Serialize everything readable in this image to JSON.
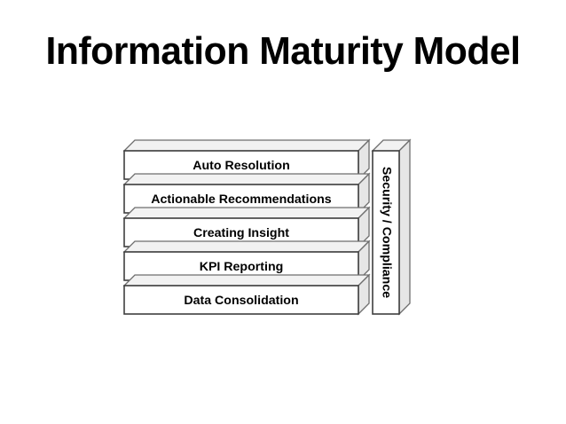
{
  "slide": {
    "title": "Information Maturity Model",
    "background_color": "#ffffff",
    "text_color": "#000000"
  },
  "diagram": {
    "type": "stacked-3d-layers",
    "name": "information-maturity-model",
    "layer_fill_color": "#ffffff",
    "layer_outline_color": "#3f3f3f",
    "bevel_top_color": "#f2f2f2",
    "bevel_side_color": "#e6e6e6",
    "layers": [
      {
        "label": "Auto Resolution",
        "level": 5
      },
      {
        "label": "Actionable Recommendations",
        "level": 4
      },
      {
        "label": "Creating Insight",
        "level": 3
      },
      {
        "label": "KPI Reporting",
        "level": 2
      },
      {
        "label": "Data Consolidation",
        "level": 1
      }
    ],
    "pillar": {
      "label": "Security / Compliance",
      "orientation": "vertical-rotated-90-clockwise"
    }
  }
}
